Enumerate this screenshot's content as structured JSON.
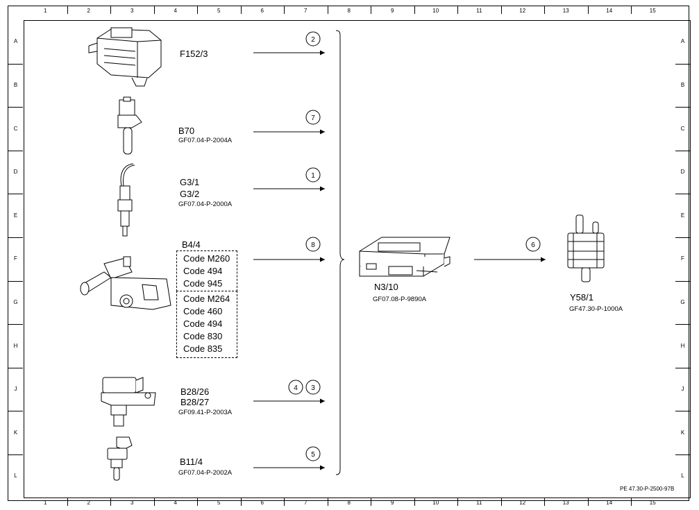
{
  "grid": {
    "columns": [
      "1",
      "2",
      "3",
      "4",
      "5",
      "6",
      "7",
      "8",
      "9",
      "10",
      "11",
      "12",
      "13",
      "14",
      "15"
    ],
    "rows": [
      "A",
      "B",
      "C",
      "D",
      "E",
      "F",
      "G",
      "H",
      "J",
      "K",
      "L"
    ]
  },
  "components": [
    {
      "id": "F152/3",
      "ref": ""
    },
    {
      "id": "B70",
      "ref": "GF07.04-P-2004A"
    },
    {
      "id_line1": "G3/1",
      "id_line2": "G3/2",
      "ref": "GF07.04-P-2000A"
    },
    {
      "id": "B4/4",
      "codes_group1": [
        "Code M260",
        "Code 494",
        "Code 945"
      ],
      "codes_group2": [
        "Code M264",
        "Code 460",
        "Code 494",
        "Code 830",
        "Code 835"
      ]
    },
    {
      "id_line1": "B28/26",
      "id_line2": "B28/27",
      "ref": "GF09.41-P-2003A"
    },
    {
      "id": "B11/4",
      "ref": "GF07.04-P-2002A"
    }
  ],
  "arrow_numbers": [
    "2",
    "7",
    "1",
    "8",
    "4",
    "3",
    "5",
    "6"
  ],
  "control_unit": {
    "id": "N3/10",
    "ref": "GF07.08-P-9890A"
  },
  "actuator": {
    "id": "Y58/1",
    "ref": "GF47.30-P-1000A"
  },
  "document_id": "PE 47.30-P-2500-97B"
}
